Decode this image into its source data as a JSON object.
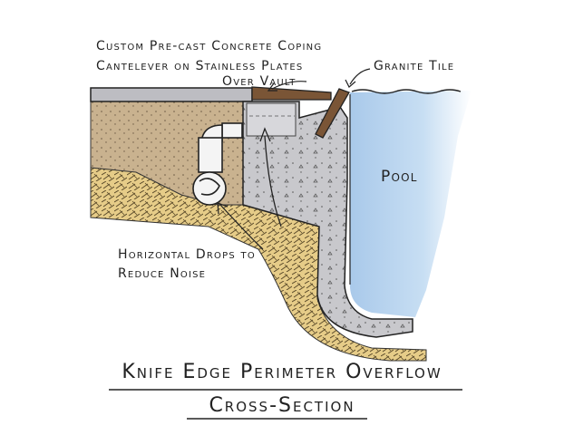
{
  "labels": {
    "coping_line1": "Custom Pre-cast Concrete Coping",
    "coping_line2": "Cantelever on Stainless Plates",
    "coping_line3": "Over Vault",
    "granite": "Granite Tile",
    "pool": "Pool",
    "drops_line1": "Horizontal Drops to",
    "drops_line2": "Reduce Noise"
  },
  "title": {
    "main": "Knife Edge Perimeter Overflow",
    "sub": "Cross-Section"
  },
  "colors": {
    "concrete": "#c9c9cc",
    "soil": "#c7b08c",
    "gravel": "#e3c985",
    "water": "#bcd6ef",
    "granite": "#7a5536",
    "ink": "#222222"
  }
}
